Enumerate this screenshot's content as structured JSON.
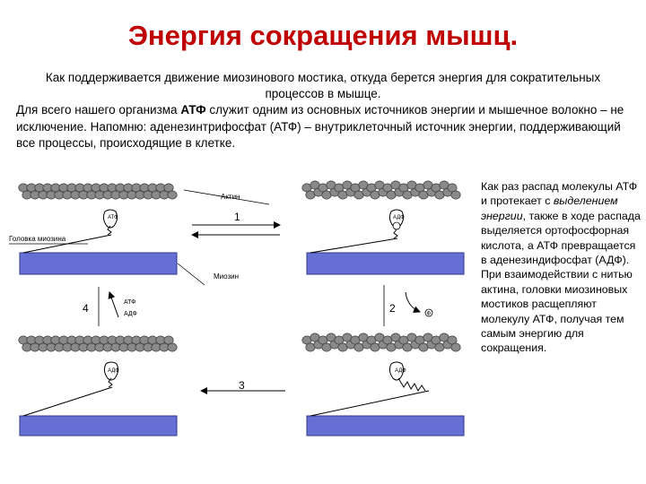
{
  "title": "Энергия сокращения мышц.",
  "intro": "Как поддерживается движение миозинового мостика, откуда берется энергия для сократительных процессов в мышце.",
  "paragraph": {
    "before": "Для всего нашего организма ",
    "bold": "АТФ",
    "after": " служит одним из основных источников энергии и мышечное волокно – не исключение. Напомню: аденезинтрифосфат (АТФ) – внутриклеточный источник энергии, поддерживающий все процессы, происходящие в клетке."
  },
  "side_text": {
    "p1_before": "Как раз распад молекулы АТФ и протекает с ",
    "p1_italic": "выделением энергии",
    "p1_after": ", также в ходе распада выделяется ортофосфорная кислота, а АТФ превращается в аденезиндифосфат (АДФ).",
    "p2": "При взаимодействии с нитью актина, головки миозиновых мостиков расщепляют молекулу АТФ, получая тем самым энергию для сокращения."
  },
  "diagram": {
    "label_actin": "Актин",
    "label_head": "Головка миозина",
    "label_myosin": "Миозин",
    "step1": "1",
    "step2": "2",
    "step3": "3",
    "step4": "4",
    "atf": "АТФ",
    "adf": "АДФ",
    "phosphate": "Ф"
  },
  "colors": {
    "title": "#c00000",
    "myosin_bar": "#6670d4",
    "actin": "#8a8a8a"
  }
}
